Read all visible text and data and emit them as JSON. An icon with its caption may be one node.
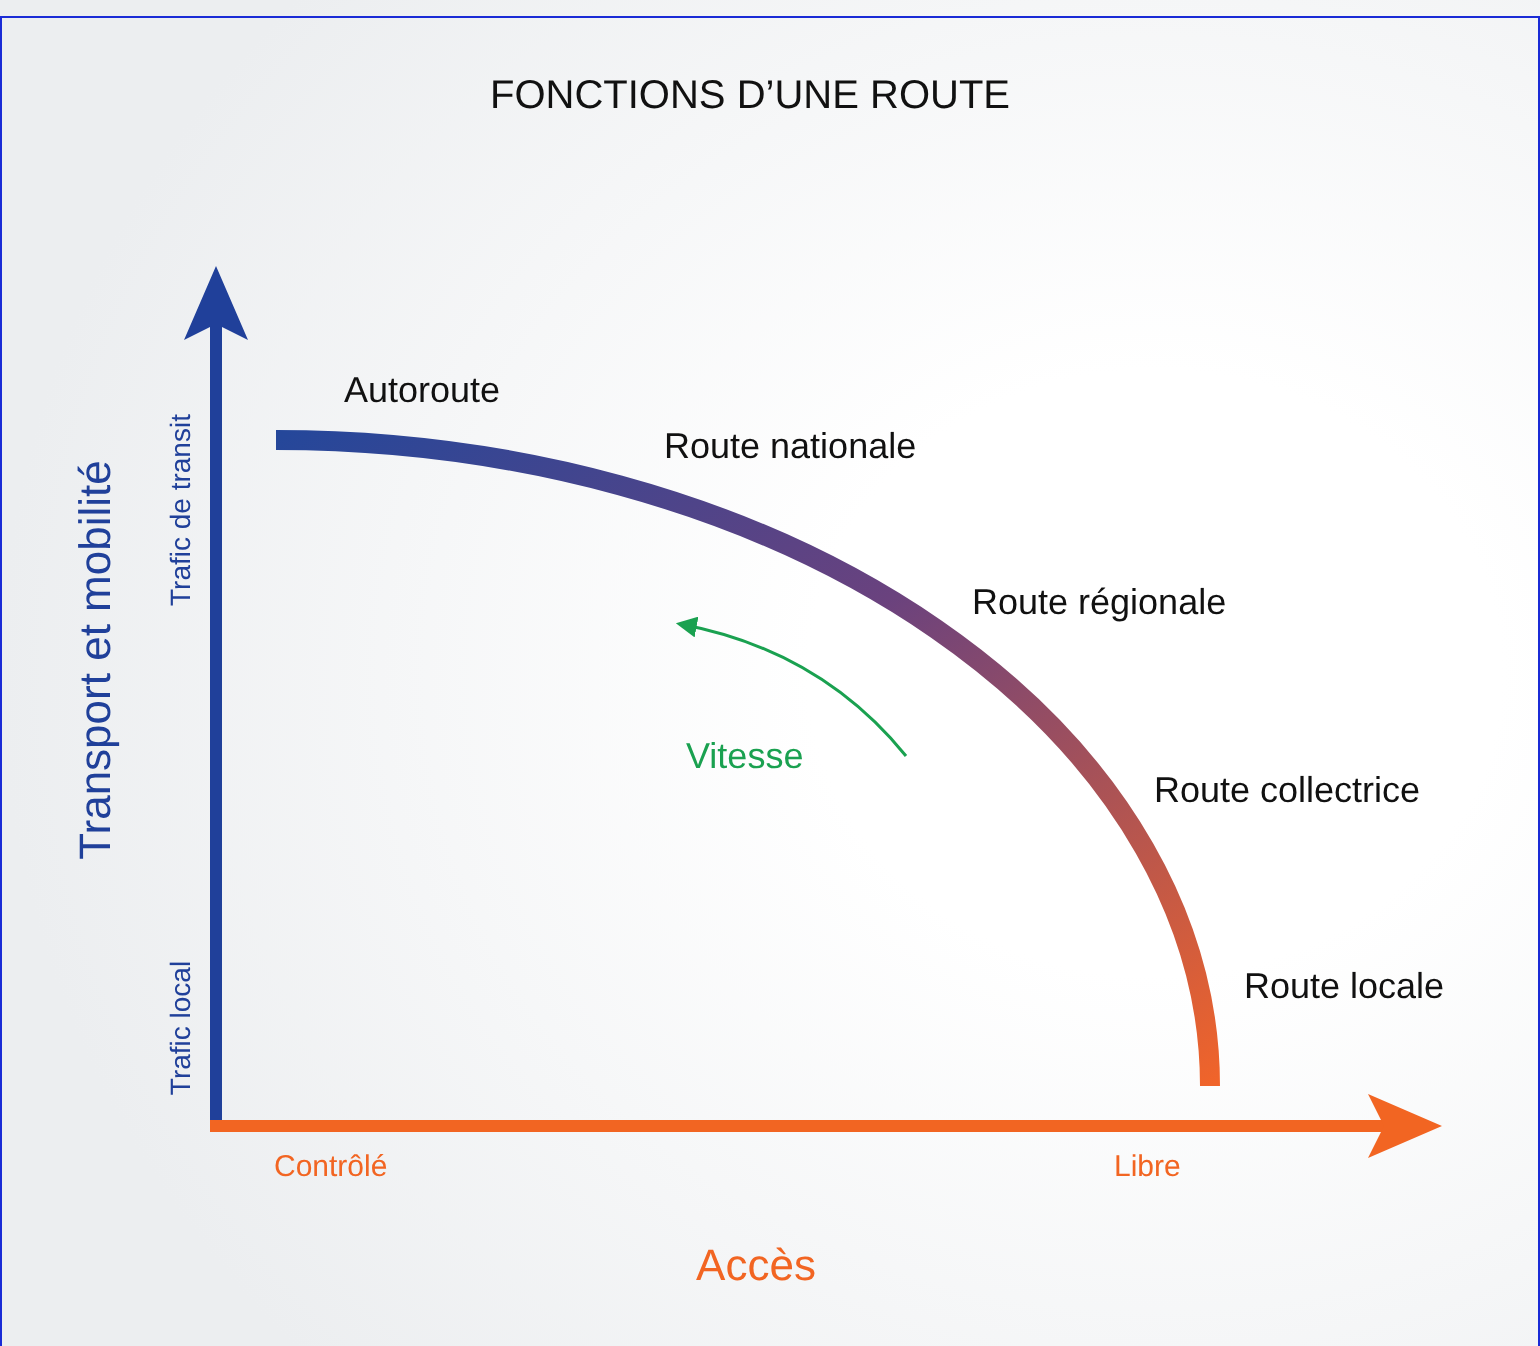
{
  "diagram": {
    "title": "FONCTIONS D’UNE ROUTE",
    "labels": [
      "Autoroute",
      "Route nationale",
      "Route régionale",
      "Route collectrice",
      "Route locale",
      "Vitesse",
      "Trafic de transit",
      "Trafic local",
      "Transport et mobilité",
      "Contrôlé",
      "Libre",
      "Accès"
    ]
  }
}
